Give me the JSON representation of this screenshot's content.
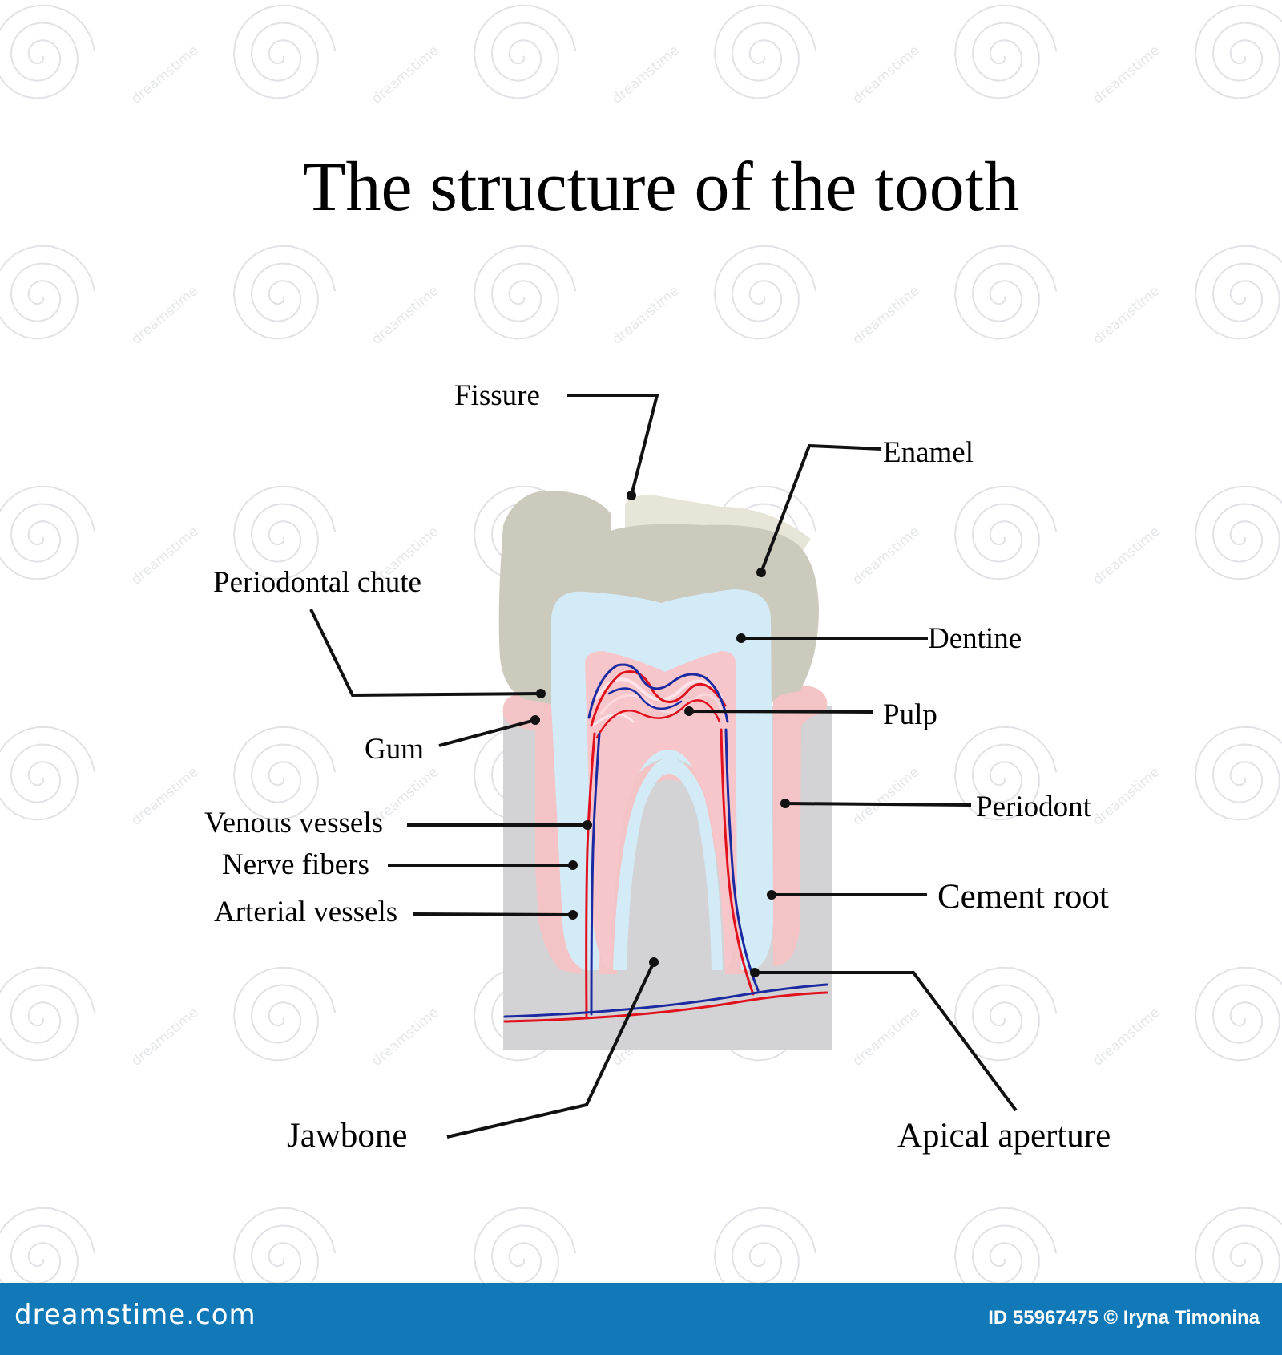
{
  "title": "The structure of the tooth",
  "labels": {
    "fissure": "Fissure",
    "enamel": "Enamel",
    "periodontal_chute": "Periodontal chute",
    "dentine": "Dentine",
    "pulp": "Pulp",
    "gum": "Gum",
    "periodont": "Periodont",
    "venous_vessels": "Venous vessels",
    "nerve_fibers": "Nerve fibers",
    "arterial_vessels": "Arterial vessels",
    "cement_root": "Cement root",
    "jawbone": "Jawbone",
    "apical_aperture": "Apical aperture"
  },
  "colors": {
    "enamel": "#cbcabd",
    "enamel_highlight": "#e6e5d8",
    "dentine": "#d3ebf7",
    "pulp": "#f7c6cb",
    "gum": "#f3c3c5",
    "jawbone": "#d3d3d5",
    "artery": "#e1121e",
    "vein": "#1c2aa2",
    "footer": "#1279b8"
  },
  "watermark": "dreamstime",
  "footer": {
    "logo": "dreamstime.com",
    "credit": "ID 55967475 © Iryna Timonina"
  }
}
